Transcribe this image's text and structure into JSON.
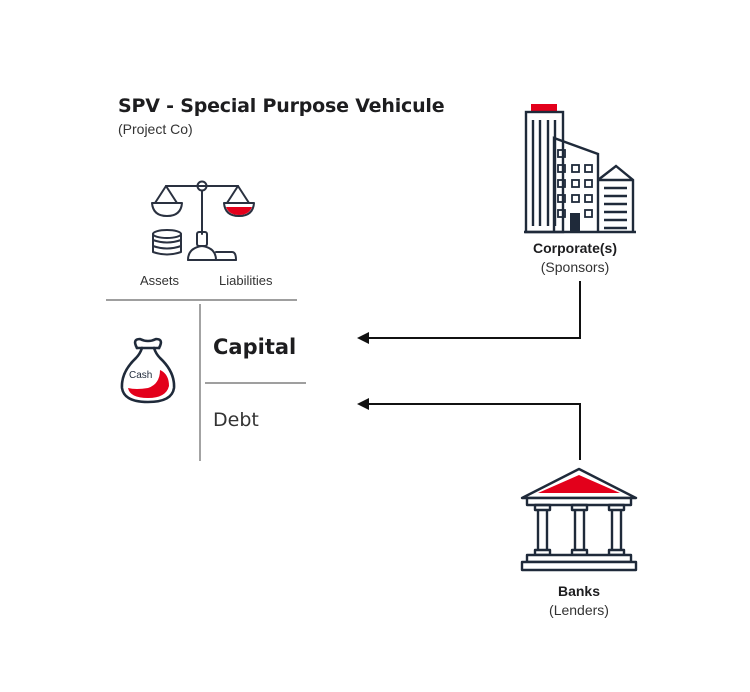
{
  "spv": {
    "title": "SPV - Special Purpose Vehicule",
    "subtitle": "(Project Co)",
    "assets_label": "Assets",
    "liabilities_label": "Liabilities",
    "capital_label": "Capital",
    "debt_label": "Debt",
    "cash_label": "Cash"
  },
  "corporate": {
    "title": "Corporate(s)",
    "subtitle": "(Sponsors)"
  },
  "banks": {
    "title": "Banks",
    "subtitle": "(Lenders)"
  },
  "icons": {
    "scale": "balance-scale-icon",
    "money_bag": "money-bag-icon",
    "building": "office-building-icon",
    "bank": "bank-icon"
  },
  "colors": {
    "accent": "#e3001b",
    "ink": "#1f2a3a",
    "line": "#555555"
  }
}
